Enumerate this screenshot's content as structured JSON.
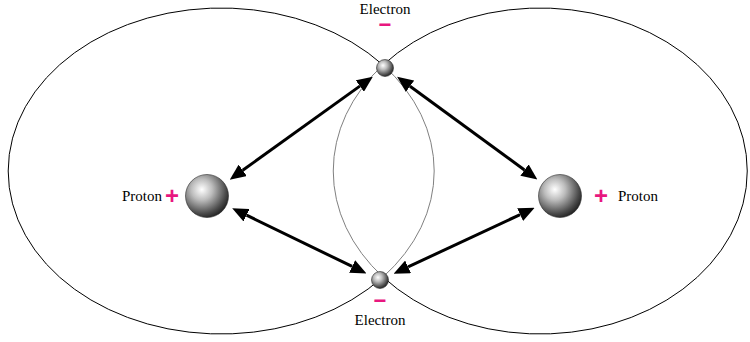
{
  "diagram": {
    "nodes": [
      {
        "text": [
          "Electron",
          "−"
        ]
      },
      {
        "text": [
          "Proton",
          "+"
        ]
      },
      {
        "text": [
          "+",
          "Proton"
        ]
      },
      {
        "text": [
          "−",
          "Electron"
        ]
      }
    ],
    "edges": [
      {
        "from": 0,
        "to": 1,
        "arrow": "both"
      },
      {
        "from": 0,
        "to": 2,
        "arrow": "both"
      },
      {
        "from": 3,
        "to": 1,
        "arrow": "both"
      },
      {
        "from": 3,
        "to": 2,
        "arrow": "both"
      }
    ]
  }
}
